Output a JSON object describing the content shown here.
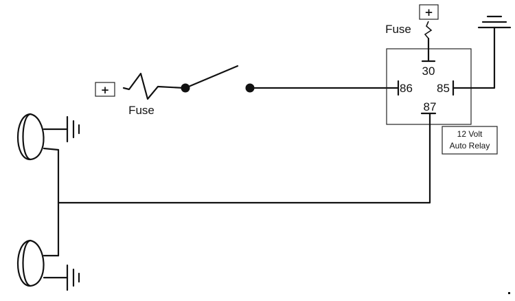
{
  "labels": {
    "fuse_left": "Fuse",
    "fuse_top": "Fuse",
    "plus_left": "+",
    "plus_top": "+",
    "pin_30": "30",
    "pin_86": "86",
    "pin_85": "85",
    "pin_87": "87",
    "relay_line1": "12 Volt",
    "relay_line2": "Auto Relay"
  },
  "colors": {
    "line": "#111111",
    "background": "#ffffff"
  }
}
